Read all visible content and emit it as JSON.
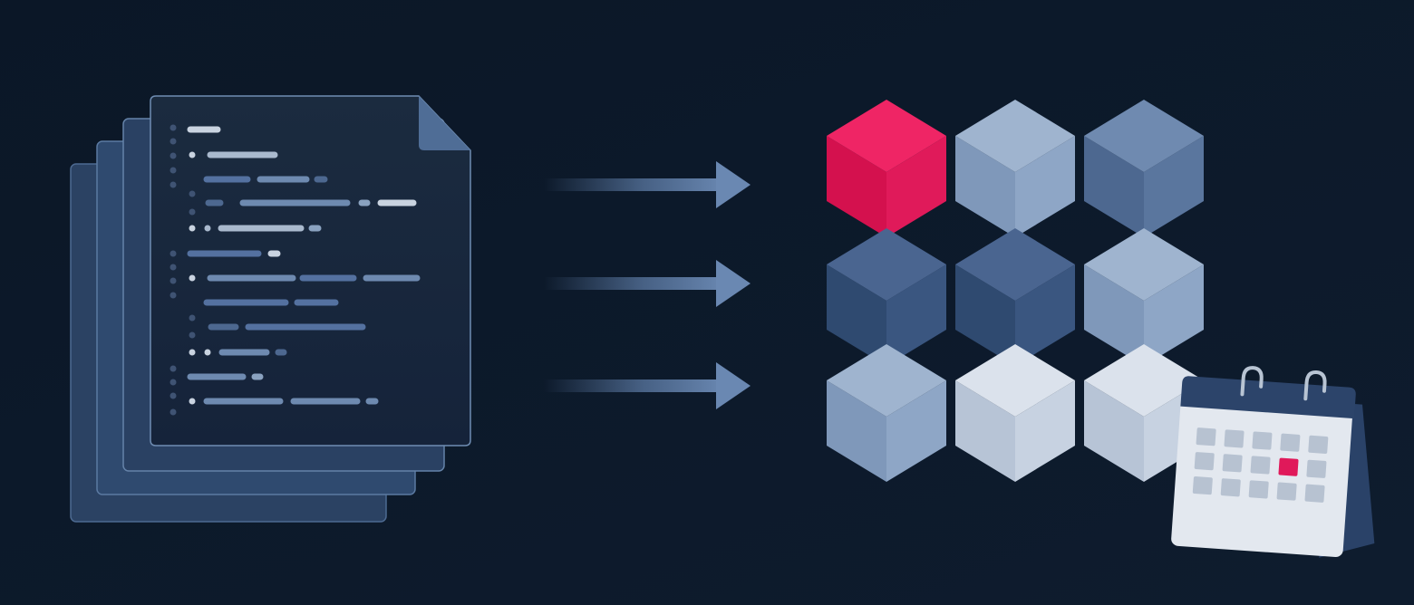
{
  "palette": {
    "background": "#0d1a2b",
    "accent_red": "#e0195a",
    "steel_dark": "#3a5478",
    "steel_mid": "#5d7aa1",
    "steel_light": "#8aa4c4",
    "steel_pale": "#c8d3e0",
    "paper_front": "#182838",
    "calendar_face": "#e6ebf2",
    "calendar_header": "#2a4268"
  },
  "icons": {
    "document": "code-document-stack-icon",
    "arrow": "right-arrow-icon",
    "cube": "cube-icon",
    "calendar": "calendar-icon"
  },
  "arrow_count": 3,
  "cube_grid": [
    [
      "red",
      "light",
      "mid"
    ],
    [
      "dark",
      "dark",
      "light"
    ],
    [
      "light",
      "pale",
      "pale"
    ]
  ],
  "calendar": {
    "rows": 3,
    "cols": 5,
    "highlighted_cell": {
      "row": 2,
      "col": 4
    }
  }
}
